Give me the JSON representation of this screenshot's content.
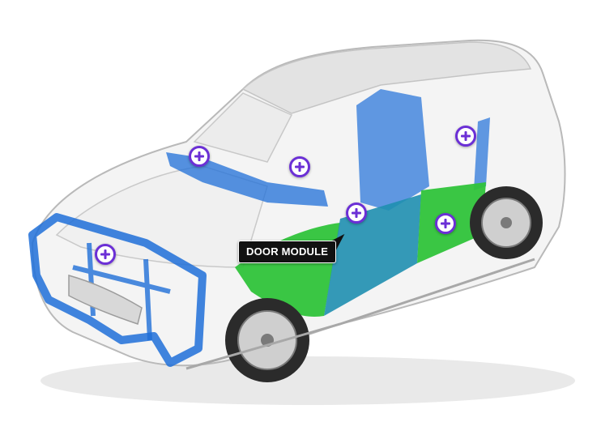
{
  "diagram": {
    "tooltip_label": "DOOR MODULE",
    "hotspots": [
      {
        "id": "windshield-crossbeam",
        "icon": "plus-icon"
      },
      {
        "id": "front-seat",
        "icon": "plus-icon"
      },
      {
        "id": "rear-pillar",
        "icon": "plus-icon"
      },
      {
        "id": "front-door",
        "icon": "plus-icon"
      },
      {
        "id": "rear-door",
        "icon": "plus-icon"
      },
      {
        "id": "front-end-carrier",
        "icon": "plus-icon"
      }
    ],
    "colors": {
      "hotspot_accent": "#6b2fd6",
      "highlight_blue": "#1f6fd8",
      "highlight_green": "#2fc33a",
      "tooltip_bg": "#111111"
    }
  }
}
